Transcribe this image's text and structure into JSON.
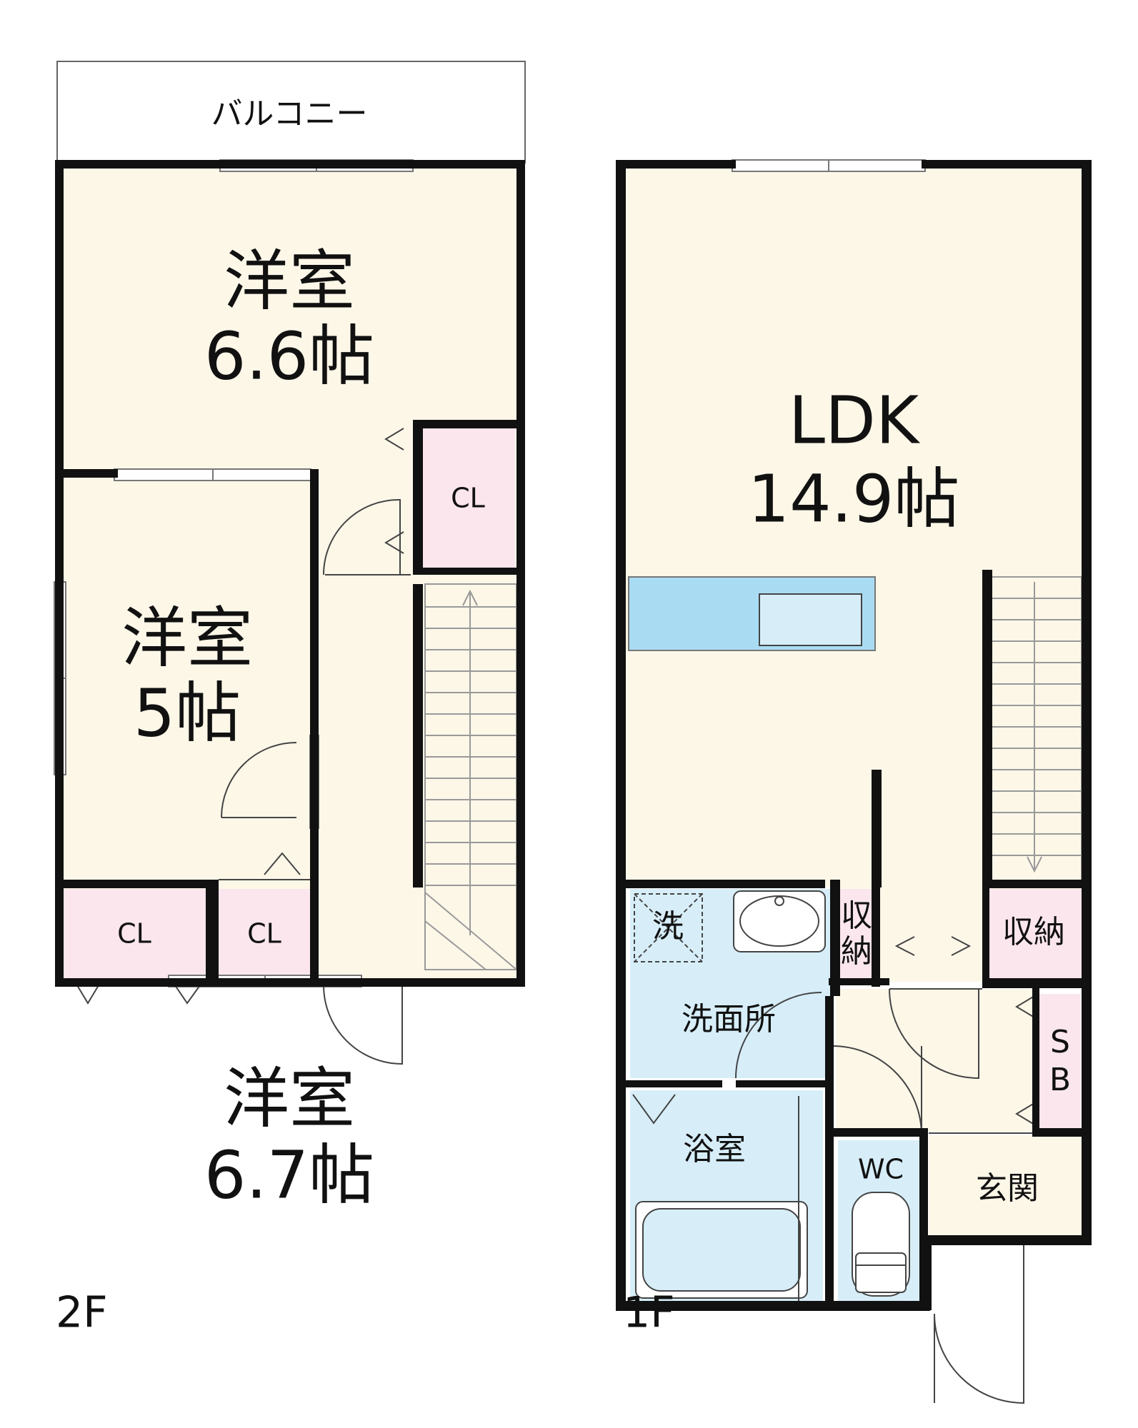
{
  "floor_2f": {
    "label": "2F",
    "balcony": "バルコニー",
    "room_top": {
      "name": "洋室",
      "size": "6.6帖"
    },
    "room_mid": {
      "name": "洋室",
      "size": "5帖"
    },
    "room_bottom": {
      "name": "洋室",
      "size": "6.7帖"
    },
    "closet_top": "CL",
    "closet_left": "CL",
    "closet_right": "CL"
  },
  "floor_1f": {
    "label": "1F",
    "ldk": {
      "name": "LDK",
      "size": "14.9帖"
    },
    "laundry": "洗",
    "washroom": "洗面所",
    "storage_small": [
      "収",
      "納"
    ],
    "storage_right": "収納",
    "shoe_box": [
      "S",
      "B"
    ],
    "bathroom": "浴室",
    "toilet": "WC",
    "entrance": "玄関"
  },
  "colors": {
    "wall": "#111111",
    "room_fill": "#fdf7e8",
    "closet_fill": "#fbe6ee",
    "water_fill": "#d7eef9",
    "counter_fill": "#a9dcf2"
  }
}
